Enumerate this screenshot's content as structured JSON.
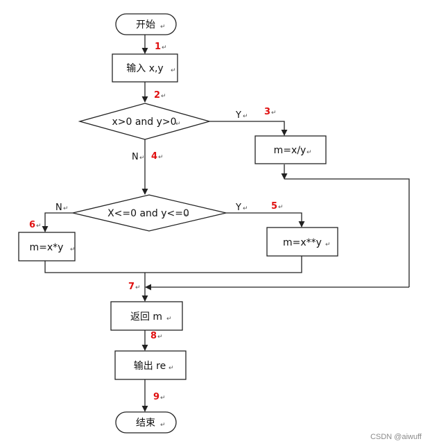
{
  "nodes": {
    "start": "开始",
    "input": "输入 x,y",
    "cond1": "x>0 and y>0",
    "div": "m=x/y",
    "cond2": "X<=0 and y<=0",
    "mul": "m=x*y",
    "pow": "m=x**y",
    "ret": "返回 m",
    "output": "输出 re",
    "end": "结束"
  },
  "step_numbers": [
    "1",
    "2",
    "3",
    "4",
    "5",
    "6",
    "7",
    "8",
    "9"
  ],
  "branch_labels": {
    "c1_yes": "Y",
    "c1_no": "N",
    "c2_no": "N",
    "c2_yes": "Y"
  },
  "paragraph_mark": "↵",
  "watermark": "CSDN @aiwuff",
  "colors": {
    "line": "#222222",
    "number": "#e01010",
    "watermark": "#8a8a8a"
  }
}
